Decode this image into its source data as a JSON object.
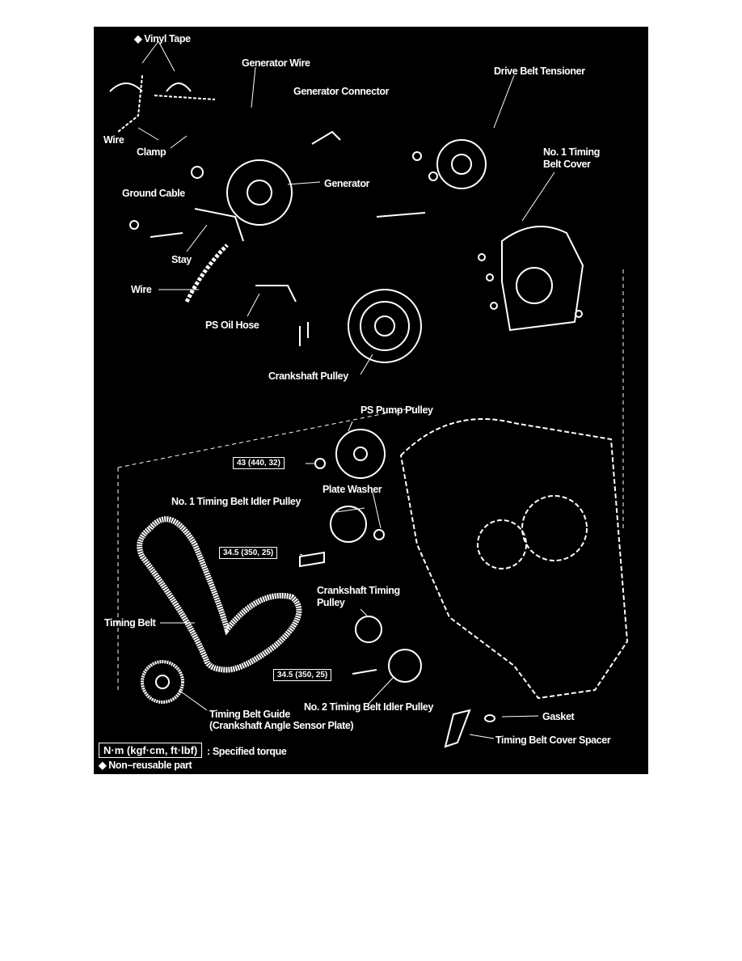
{
  "labels": {
    "vinyl_tape": "◆ Vinyl Tape",
    "generator_wire": "Generator Wire",
    "generator_connector": "Generator Connector",
    "drive_belt_tensioner": "Drive Belt Tensioner",
    "wire_top": "Wire",
    "clamp": "Clamp",
    "no1_timing_belt_cover_1": "No. 1 Timing",
    "no1_timing_belt_cover_2": "Belt Cover",
    "generator": "Generator",
    "ground_cable": "Ground Cable",
    "stay": "Stay",
    "wire_bottom": "Wire",
    "ps_oil_hose": "PS Oil Hose",
    "crankshaft_pulley": "Crankshaft Pulley",
    "ps_pump_pulley": "PS Pump Pulley",
    "plate_washer": "Plate Washer",
    "no1_idler_pulley": "No. 1 Timing Belt Idler Pulley",
    "crankshaft_timing_pulley_1": "Crankshaft Timing",
    "crankshaft_timing_pulley_2": "Pulley",
    "timing_belt": "Timing Belt",
    "no2_idler_pulley": "No. 2 Timing Belt Idler Pulley",
    "timing_belt_guide_1": "Timing Belt Guide",
    "timing_belt_guide_2": "(Crankshaft Angle Sensor Plate)",
    "gasket": "Gasket",
    "timing_belt_cover_spacer": "Timing Belt Cover Spacer"
  },
  "torques": {
    "ps_pump_bolt": "43 (440, 32)",
    "idler_bolt_1": "34.5 (350, 25)",
    "idler_bolt_2": "34.5 (350, 25)"
  },
  "legend": {
    "torque_box": "N·m (kgf·cm, ft·lbf)",
    "torque_text": ": Specified torque",
    "non_reusable": "◆ Non–reusable part"
  }
}
